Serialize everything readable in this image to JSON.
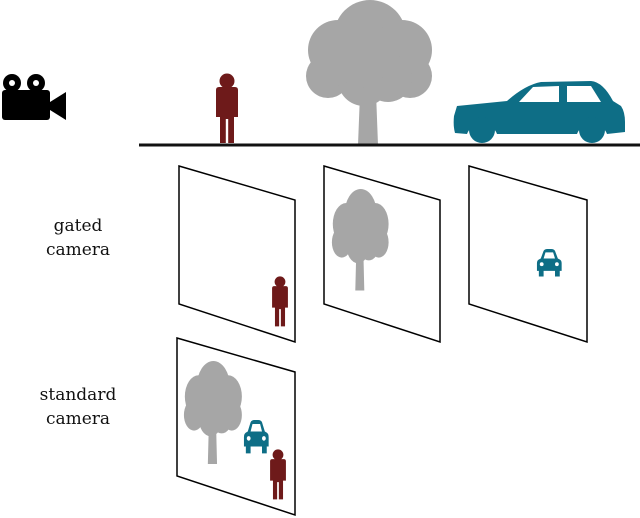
{
  "colors": {
    "person": "#6e1a1a",
    "tree": "#a6a6a6",
    "car": "#0e6e86",
    "ground": "#111111",
    "camera_icon": "#000000",
    "frame_border": "#000000"
  },
  "icons": [
    "video-camera-icon",
    "person-icon",
    "tree-icon",
    "car-icon"
  ],
  "labels": {
    "gated_line1": "gated",
    "gated_line2": "camera",
    "standard_line1": "standard",
    "standard_line2": "camera"
  }
}
